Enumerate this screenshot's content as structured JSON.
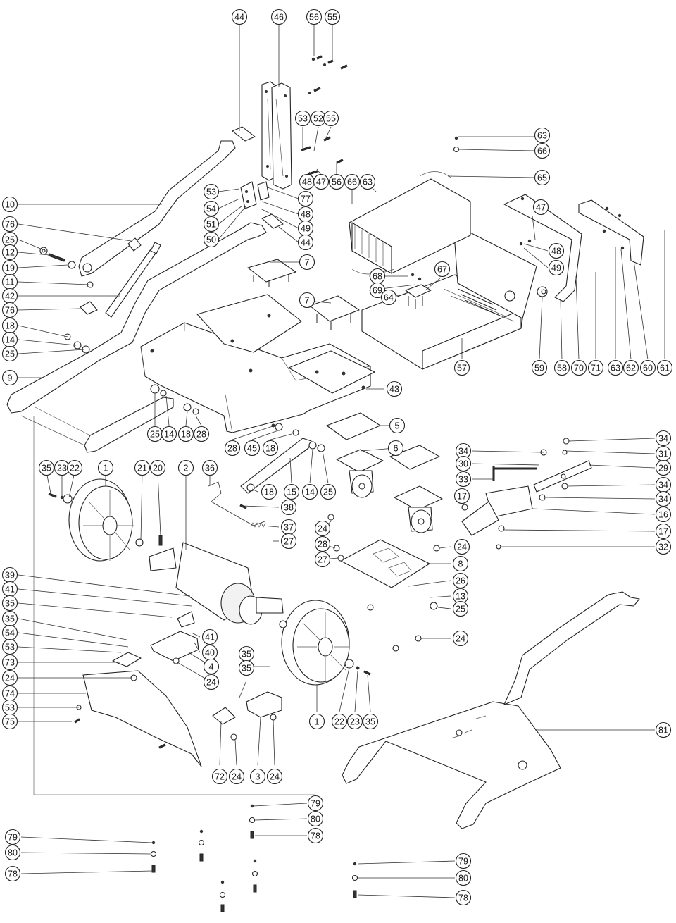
{
  "callouts": [
    {
      "id": "c44a",
      "label": "44"
    },
    {
      "id": "c46",
      "label": "46"
    },
    {
      "id": "c56a",
      "label": "56"
    },
    {
      "id": "c55a",
      "label": "55"
    },
    {
      "id": "c53a",
      "label": "53"
    },
    {
      "id": "c52a",
      "label": "52"
    },
    {
      "id": "c55b",
      "label": "55"
    },
    {
      "id": "c48a",
      "label": "48"
    },
    {
      "id": "c47a",
      "label": "47"
    },
    {
      "id": "c56b",
      "label": "56"
    },
    {
      "id": "c66a",
      "label": "66"
    },
    {
      "id": "c63a",
      "label": "63"
    },
    {
      "id": "c63b",
      "label": "63"
    },
    {
      "id": "c66b",
      "label": "66"
    },
    {
      "id": "c65",
      "label": "65"
    },
    {
      "id": "c10",
      "label": "10"
    },
    {
      "id": "c53b",
      "label": "53"
    },
    {
      "id": "c54a",
      "label": "54"
    },
    {
      "id": "c51",
      "label": "51"
    },
    {
      "id": "c50",
      "label": "50"
    },
    {
      "id": "c77",
      "label": "77"
    },
    {
      "id": "c48b",
      "label": "48"
    },
    {
      "id": "c49a",
      "label": "49"
    },
    {
      "id": "c44b",
      "label": "44"
    },
    {
      "id": "c76a",
      "label": "76"
    },
    {
      "id": "c25a",
      "label": "25"
    },
    {
      "id": "c12",
      "label": "12"
    },
    {
      "id": "c19",
      "label": "19"
    },
    {
      "id": "c11",
      "label": "11"
    },
    {
      "id": "c42",
      "label": "42"
    },
    {
      "id": "c76b",
      "label": "76"
    },
    {
      "id": "c18a",
      "label": "18"
    },
    {
      "id": "c14a",
      "label": "14"
    },
    {
      "id": "c25b",
      "label": "25"
    },
    {
      "id": "c9",
      "label": "9"
    },
    {
      "id": "c7a",
      "label": "7"
    },
    {
      "id": "c7b",
      "label": "7"
    },
    {
      "id": "c47b",
      "label": "47"
    },
    {
      "id": "c48c",
      "label": "48"
    },
    {
      "id": "c49b",
      "label": "49"
    },
    {
      "id": "c68",
      "label": "68"
    },
    {
      "id": "c69",
      "label": "69"
    },
    {
      "id": "c64",
      "label": "64"
    },
    {
      "id": "c67",
      "label": "67"
    },
    {
      "id": "c57",
      "label": "57"
    },
    {
      "id": "c59",
      "label": "59"
    },
    {
      "id": "c58",
      "label": "58"
    },
    {
      "id": "c70",
      "label": "70"
    },
    {
      "id": "c71",
      "label": "71"
    },
    {
      "id": "c63c",
      "label": "63"
    },
    {
      "id": "c62",
      "label": "62"
    },
    {
      "id": "c60",
      "label": "60"
    },
    {
      "id": "c61",
      "label": "61"
    },
    {
      "id": "c43",
      "label": "43"
    },
    {
      "id": "c25c",
      "label": "25"
    },
    {
      "id": "c14b",
      "label": "14"
    },
    {
      "id": "c18b",
      "label": "18"
    },
    {
      "id": "c28a",
      "label": "28"
    },
    {
      "id": "c5",
      "label": "5"
    },
    {
      "id": "c28b",
      "label": "28"
    },
    {
      "id": "c45",
      "label": "45"
    },
    {
      "id": "c18c",
      "label": "18"
    },
    {
      "id": "c6",
      "label": "6"
    },
    {
      "id": "c35a",
      "label": "35"
    },
    {
      "id": "c23a",
      "label": "23"
    },
    {
      "id": "c22a",
      "label": "22"
    },
    {
      "id": "c1a",
      "label": "1"
    },
    {
      "id": "c21",
      "label": "21"
    },
    {
      "id": "c20",
      "label": "20"
    },
    {
      "id": "c2",
      "label": "2"
    },
    {
      "id": "c36",
      "label": "36"
    },
    {
      "id": "c18d",
      "label": "18"
    },
    {
      "id": "c15",
      "label": "15"
    },
    {
      "id": "c14c",
      "label": "14"
    },
    {
      "id": "c25d",
      "label": "25"
    },
    {
      "id": "c38",
      "label": "38"
    },
    {
      "id": "c37",
      "label": "37"
    },
    {
      "id": "c27a",
      "label": "27"
    },
    {
      "id": "c34a",
      "label": "34"
    },
    {
      "id": "c34b",
      "label": "34"
    },
    {
      "id": "c31",
      "label": "31"
    },
    {
      "id": "c30",
      "label": "30"
    },
    {
      "id": "c29",
      "label": "29"
    },
    {
      "id": "c33",
      "label": "33"
    },
    {
      "id": "c34c",
      "label": "34"
    },
    {
      "id": "c17a",
      "label": "17"
    },
    {
      "id": "c34d",
      "label": "34"
    },
    {
      "id": "c16",
      "label": "16"
    },
    {
      "id": "c24a",
      "label": "24"
    },
    {
      "id": "c17b",
      "label": "17"
    },
    {
      "id": "c28c",
      "label": "28"
    },
    {
      "id": "c27b",
      "label": "27"
    },
    {
      "id": "c24b",
      "label": "24"
    },
    {
      "id": "c32",
      "label": "32"
    },
    {
      "id": "c8",
      "label": "8"
    },
    {
      "id": "c26",
      "label": "26"
    },
    {
      "id": "c13",
      "label": "13"
    },
    {
      "id": "c25e",
      "label": "25"
    },
    {
      "id": "c39",
      "label": "39"
    },
    {
      "id": "c41a",
      "label": "41"
    },
    {
      "id": "c35b",
      "label": "35"
    },
    {
      "id": "c35c",
      "label": "35"
    },
    {
      "id": "c54b",
      "label": "54"
    },
    {
      "id": "c53c",
      "label": "53"
    },
    {
      "id": "c73",
      "label": "73"
    },
    {
      "id": "c24c",
      "label": "24"
    },
    {
      "id": "c74",
      "label": "74"
    },
    {
      "id": "c53d",
      "label": "53"
    },
    {
      "id": "c75",
      "label": "75"
    },
    {
      "id": "c41b",
      "label": "41"
    },
    {
      "id": "c40",
      "label": "40"
    },
    {
      "id": "c4",
      "label": "4"
    },
    {
      "id": "c24d",
      "label": "24"
    },
    {
      "id": "c24e",
      "label": "24"
    },
    {
      "id": "c35d",
      "label": "35"
    },
    {
      "id": "c35e",
      "label": "35"
    },
    {
      "id": "c1b",
      "label": "1"
    },
    {
      "id": "c22b",
      "label": "22"
    },
    {
      "id": "c23b",
      "label": "23"
    },
    {
      "id": "c35f",
      "label": "35"
    },
    {
      "id": "c72",
      "label": "72"
    },
    {
      "id": "c24f",
      "label": "24"
    },
    {
      "id": "c3",
      "label": "3"
    },
    {
      "id": "c24g",
      "label": "24"
    },
    {
      "id": "c81",
      "label": "81"
    },
    {
      "id": "c79a",
      "label": "79"
    },
    {
      "id": "c80a",
      "label": "80"
    },
    {
      "id": "c78a",
      "label": "78"
    },
    {
      "id": "c79b",
      "label": "79"
    },
    {
      "id": "c80b",
      "label": "80"
    },
    {
      "id": "c78b",
      "label": "78"
    },
    {
      "id": "c79c",
      "label": "79"
    },
    {
      "id": "c80c",
      "label": "80"
    },
    {
      "id": "c78c",
      "label": "78"
    }
  ]
}
